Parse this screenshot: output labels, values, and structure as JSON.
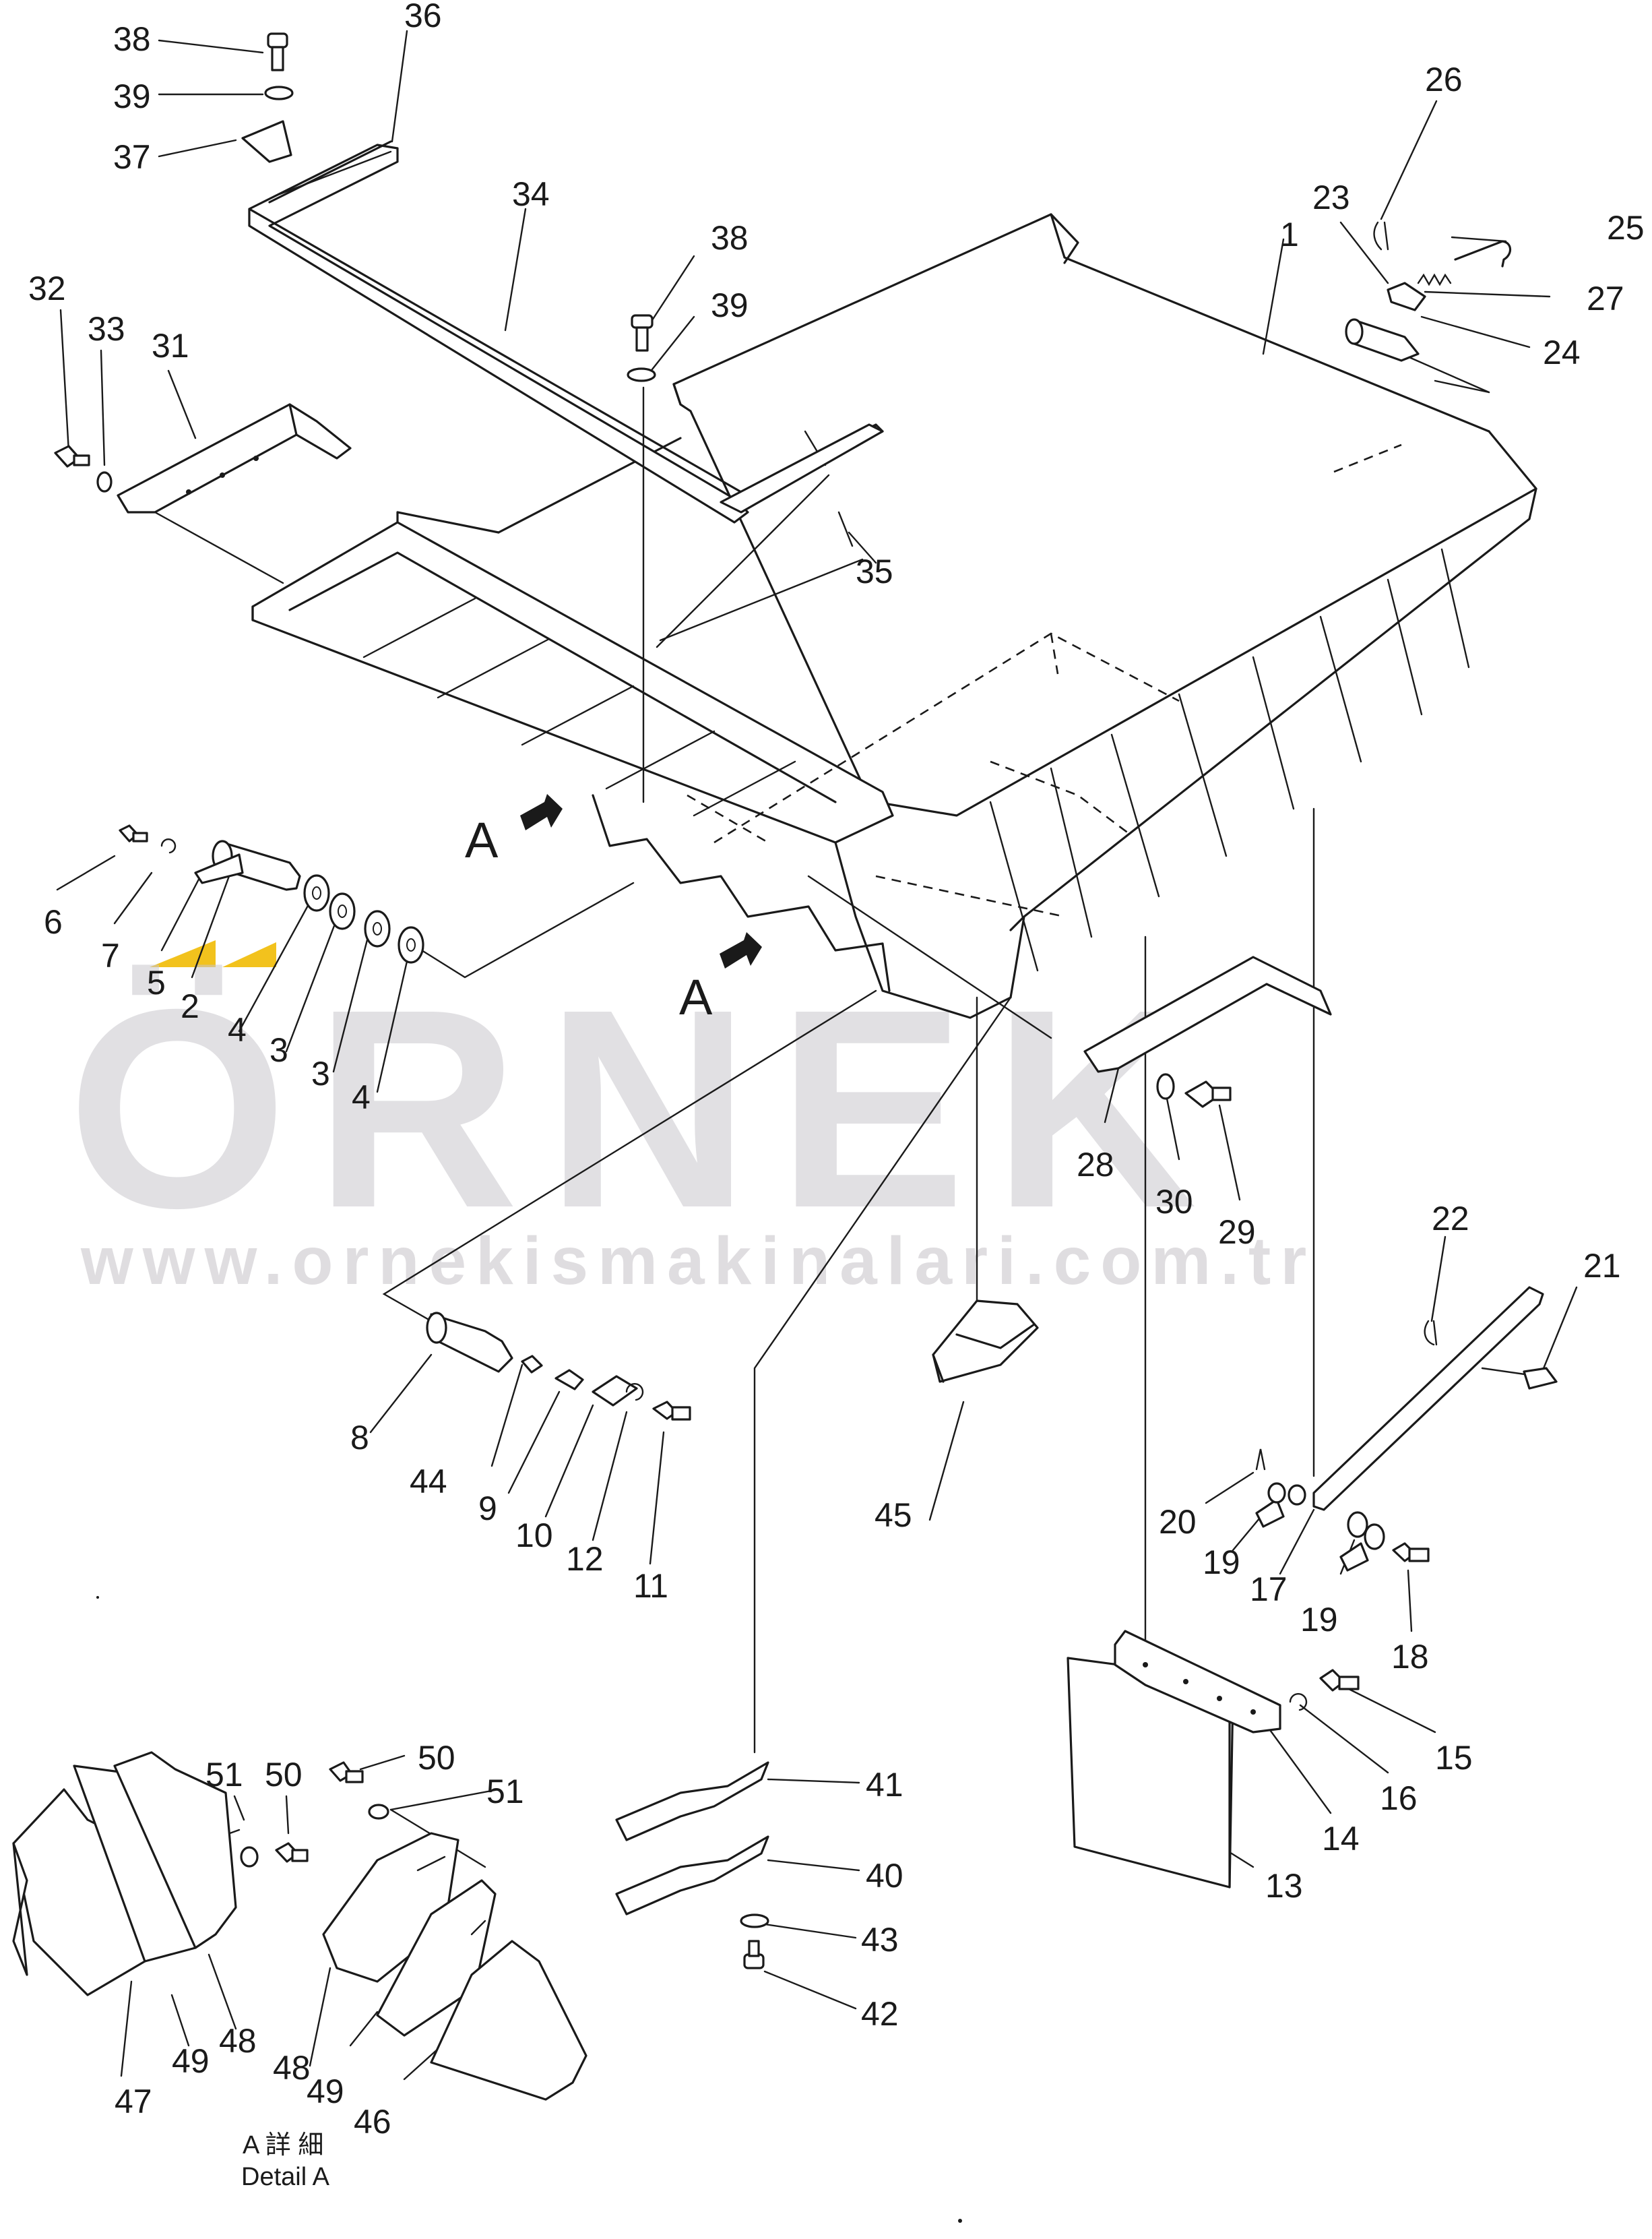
{
  "watermark": {
    "brand": "ÖRNEK",
    "url": "www.ornekismakinalari.com.tr",
    "accent_color": "#f2c21d",
    "gray_color": "#c9c7cc"
  },
  "view_markers": [
    "A",
    "A"
  ],
  "detail": {
    "line1": "A 詳 細",
    "line2": "Detail A"
  },
  "callouts": [
    "38",
    "36",
    "39",
    "37",
    "34",
    "38",
    "39",
    "26",
    "23",
    "1",
    "25",
    "27",
    "24",
    "32",
    "33",
    "31",
    "35",
    "6",
    "7",
    "5",
    "2",
    "4",
    "3",
    "3",
    "4",
    "28",
    "30",
    "29",
    "22",
    "21",
    "8",
    "44",
    "9",
    "10",
    "12",
    "11",
    "45",
    "20",
    "19",
    "17",
    "19",
    "18",
    "15",
    "16",
    "14",
    "13",
    "51",
    "50",
    "50",
    "51",
    "41",
    "40",
    "43",
    "42",
    "47",
    "49",
    "48",
    "48",
    "49",
    "46"
  ]
}
